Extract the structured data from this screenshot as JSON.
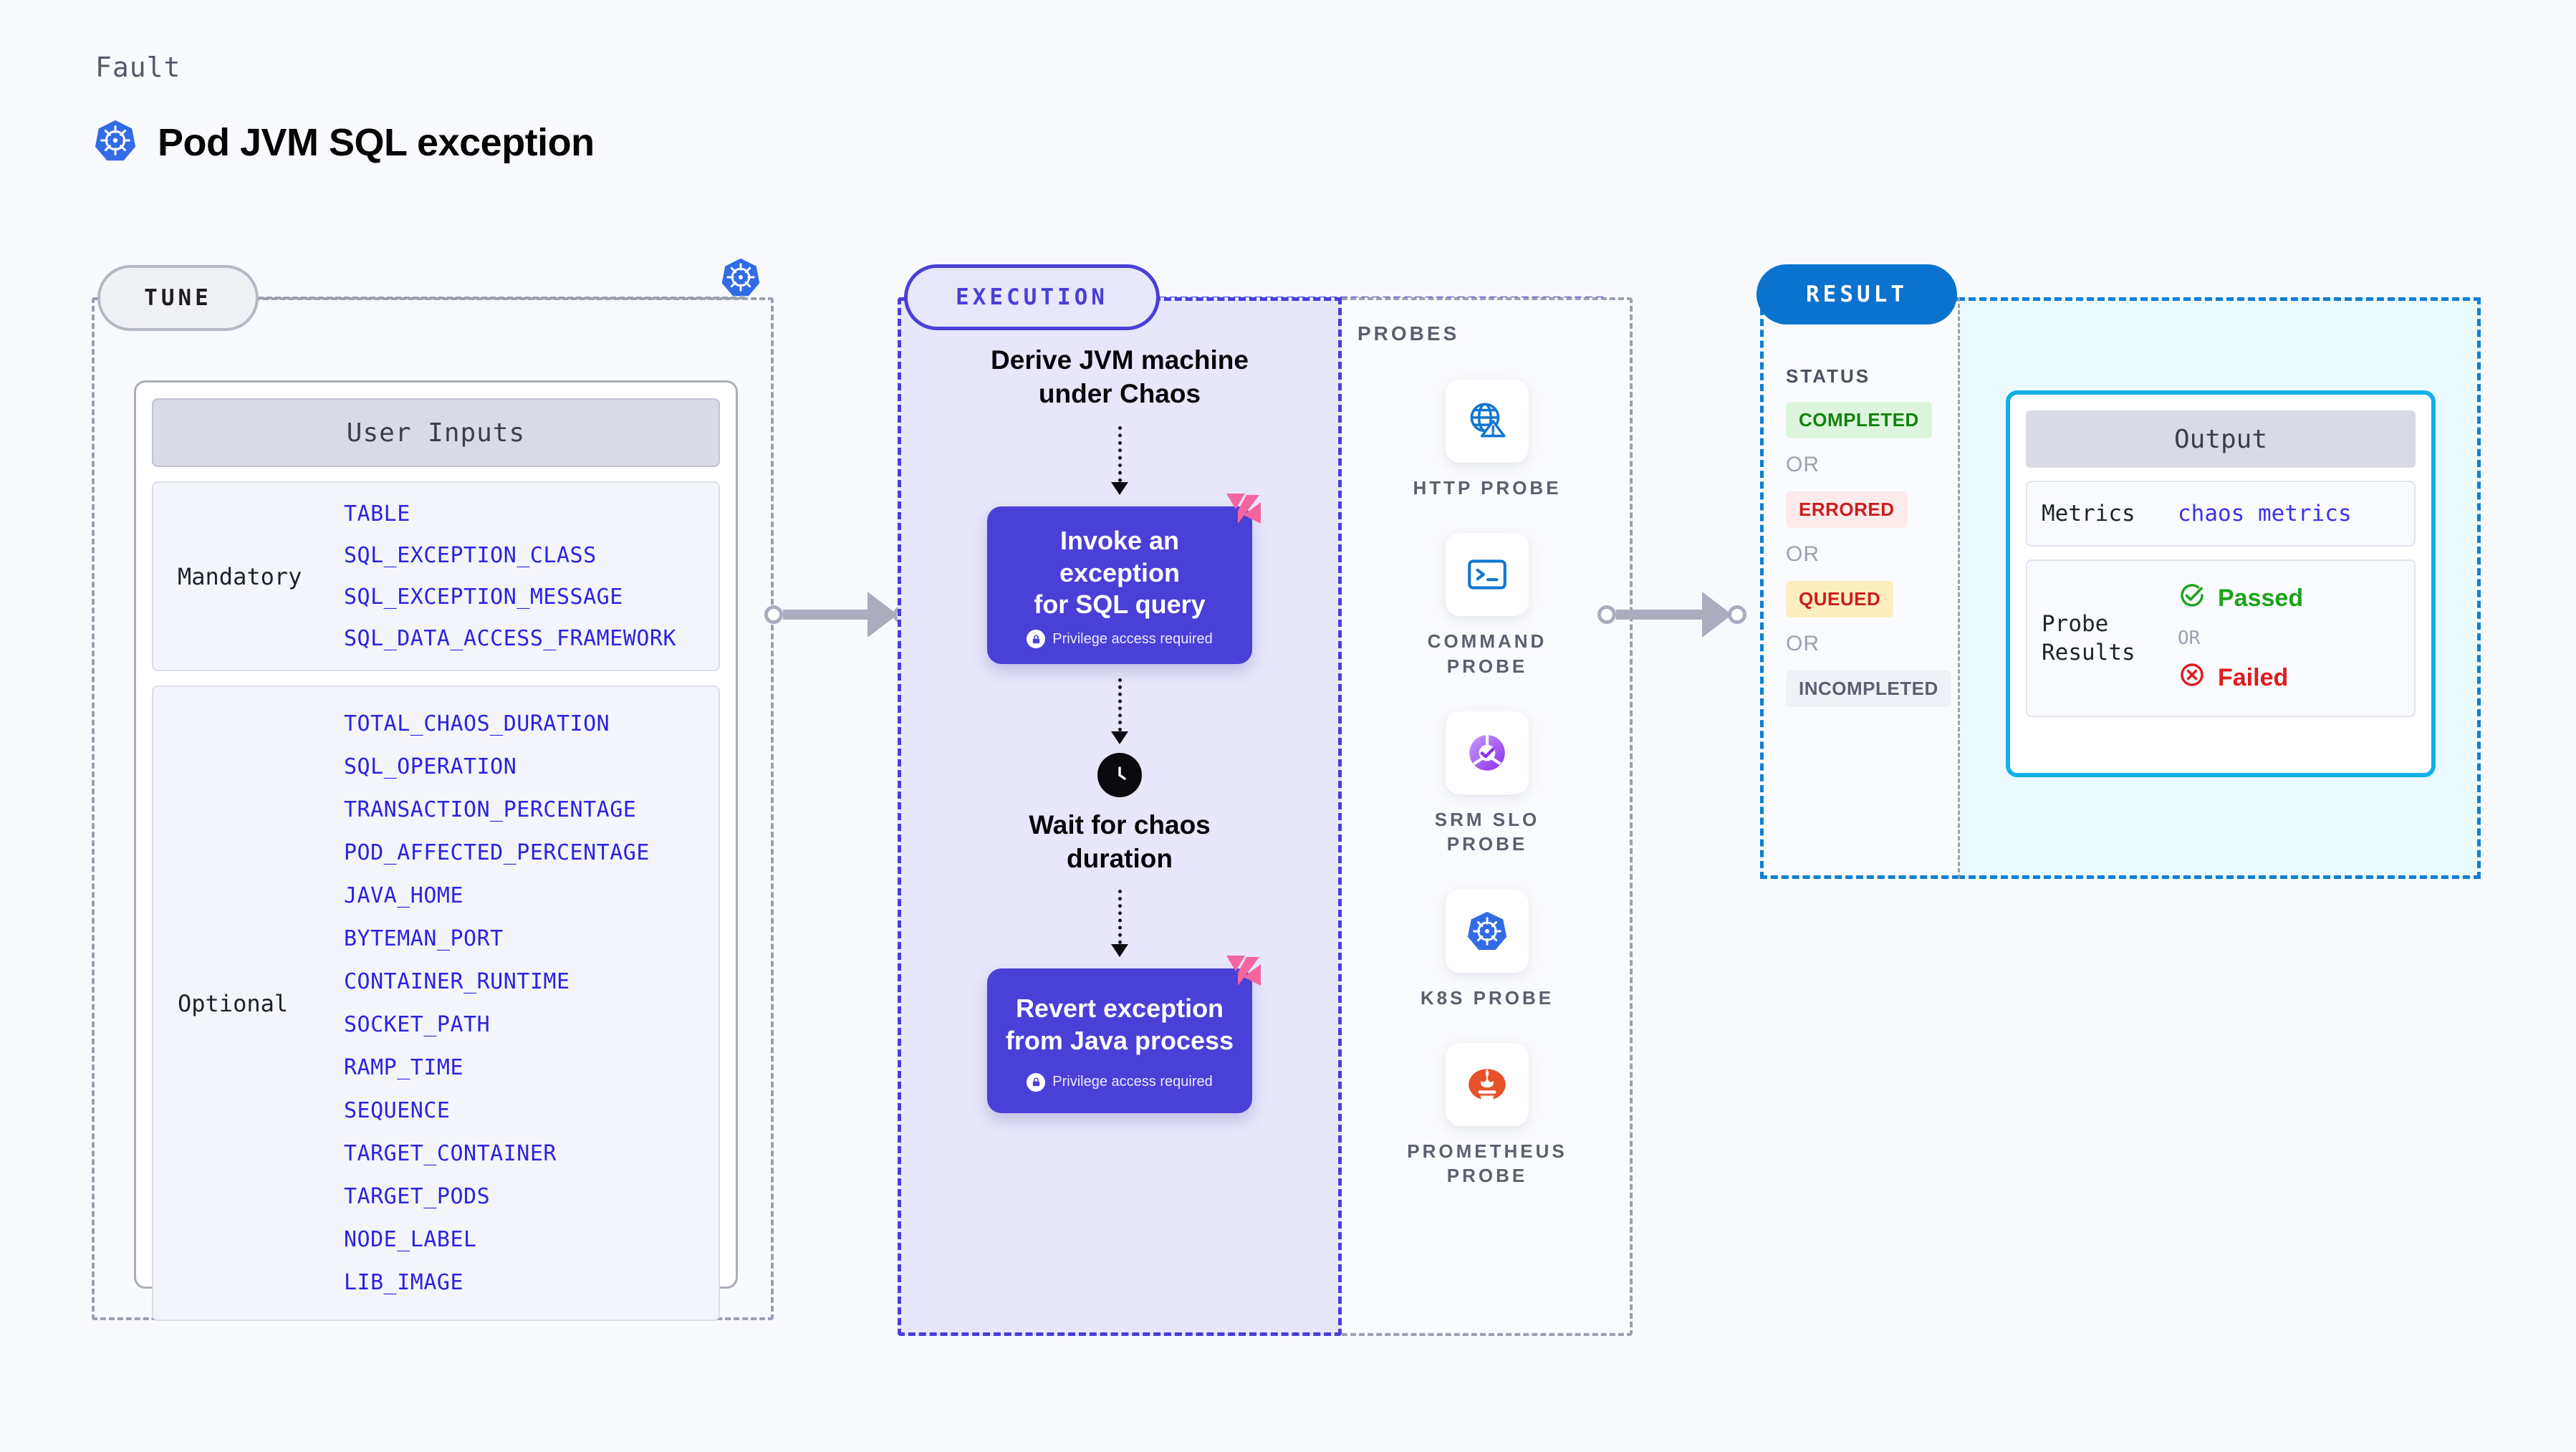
{
  "header": {
    "eyebrow": "Fault",
    "title": "Pod JVM SQL exception",
    "icon": "kubernetes-icon"
  },
  "tune": {
    "pill_label": "TUNE",
    "badge_icon": "kubernetes-icon",
    "inputs_header": "User Inputs",
    "groups": [
      {
        "label": "Mandatory",
        "params": [
          "TABLE",
          "SQL_EXCEPTION_CLASS",
          "SQL_EXCEPTION_MESSAGE",
          "SQL_DATA_ACCESS_FRAMEWORK"
        ]
      },
      {
        "label": "Optional",
        "params": [
          "TOTAL_CHAOS_DURATION",
          "SQL_OPERATION",
          "TRANSACTION_PERCENTAGE",
          "POD_AFFECTED_PERCENTAGE",
          "JAVA_HOME",
          "BYTEMAN_PORT",
          "CONTAINER_RUNTIME",
          "SOCKET_PATH",
          "RAMP_TIME",
          "SEQUENCE",
          "TARGET_CONTAINER",
          "TARGET_PODS",
          "NODE_LABEL",
          "LIB_IMAGE"
        ]
      }
    ]
  },
  "execution": {
    "pill_label": "EXECUTION",
    "step1_text": "Derive JVM machine\nunder Chaos",
    "action1": {
      "title": "Invoke an exception\nfor SQL query",
      "sub": "Privilege access required",
      "icon": "lock-icon",
      "corner_icon": "harness-logo-icon"
    },
    "wait_icon": "clock-icon",
    "wait_text": "Wait for chaos\nduration",
    "action2": {
      "title": "Revert exception\nfrom Java process",
      "sub": "Privilege access required",
      "icon": "lock-icon",
      "corner_icon": "harness-logo-icon"
    }
  },
  "probes": {
    "title": "PROBES",
    "items": [
      {
        "label": "HTTP  PROBE",
        "icon": "globe-warning-icon"
      },
      {
        "label": "COMMAND\nPROBE",
        "icon": "terminal-icon"
      },
      {
        "label": "SRM  SLO\nPROBE",
        "icon": "slo-donut-icon"
      },
      {
        "label": "K8S  PROBE",
        "icon": "kubernetes-icon"
      },
      {
        "label": "PROMETHEUS\nPROBE",
        "icon": "prometheus-icon"
      }
    ]
  },
  "result": {
    "pill_label": "RESULT",
    "status_title": "STATUS",
    "or_label": "OR",
    "statuses": [
      {
        "label": "COMPLETED",
        "bg": "#ddf5dd",
        "fg": "#13820f"
      },
      {
        "label": "ERRORED",
        "bg": "#fdeaea",
        "fg": "#cc1d1d"
      },
      {
        "label": "QUEUED",
        "bg": "#fdeec0",
        "fg": "#cc1d1d"
      },
      {
        "label": "INCOMPLETED",
        "bg": "#f0f1f6",
        "fg": "#5a6070"
      }
    ],
    "output": {
      "header": "Output",
      "metrics_key": "Metrics",
      "metrics_value": "chaos metrics",
      "probe_results_key": "Probe\nResults",
      "passed_label": "Passed",
      "failed_label": "Failed",
      "or_label": "OR",
      "passed_color": "#1aa31a",
      "failed_color": "#e01b1b",
      "passed_icon": "check-circle-icon",
      "failed_icon": "x-circle-icon"
    }
  },
  "colors": {
    "background": "#f9fafd",
    "tune_border": "#9aa0b0",
    "execution_accent": "#4a3fd6",
    "result_accent": "#0f7fd4",
    "output_accent": "#13b0e8",
    "param_text": "#2a24e0",
    "harness_pink": "#f4659e"
  }
}
